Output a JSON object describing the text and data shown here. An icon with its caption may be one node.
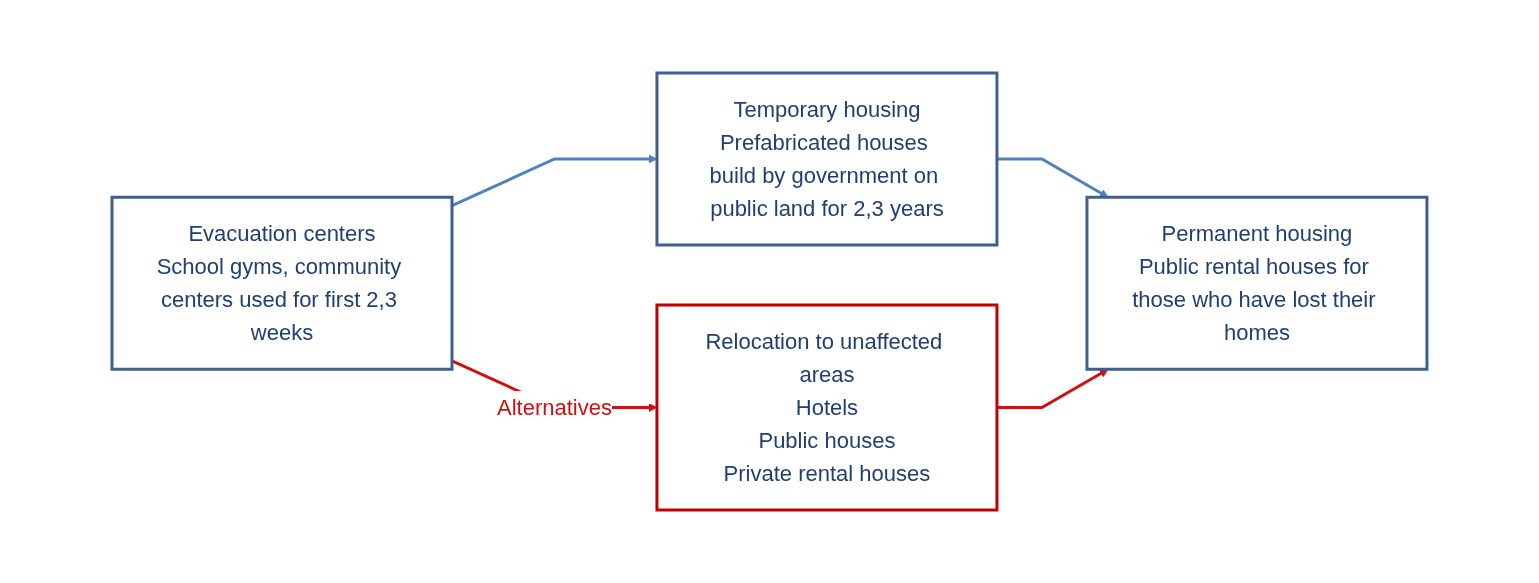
{
  "diagram": {
    "nodes": [
      {
        "text": [
          "Evacuation centers",
          "School gyms, community centers used for first 2,3 weeks"
        ]
      },
      {
        "text": [
          "Temporary housing",
          "Prefabricated houses build by government on public land for 2,3 years"
        ]
      },
      {
        "text": [
          "Permanent housing",
          "Public rental houses for those who have lost their homes"
        ]
      },
      {
        "text": [
          "Relocation to unaffected areas",
          "Hotels",
          "Public houses",
          "Private rental houses"
        ]
      }
    ],
    "edges": [
      {
        "from": 0,
        "to": 1,
        "arrow": "to",
        "color": "#4f81bd"
      },
      {
        "from": 1,
        "to": 2,
        "arrow": "to",
        "color": "#4f81bd"
      },
      {
        "from": 0,
        "to": 3,
        "arrow": "to",
        "label": "Alternatives",
        "color": "#cc1111"
      },
      {
        "from": 3,
        "to": 2,
        "arrow": "to",
        "color": "#cc1111"
      }
    ]
  }
}
